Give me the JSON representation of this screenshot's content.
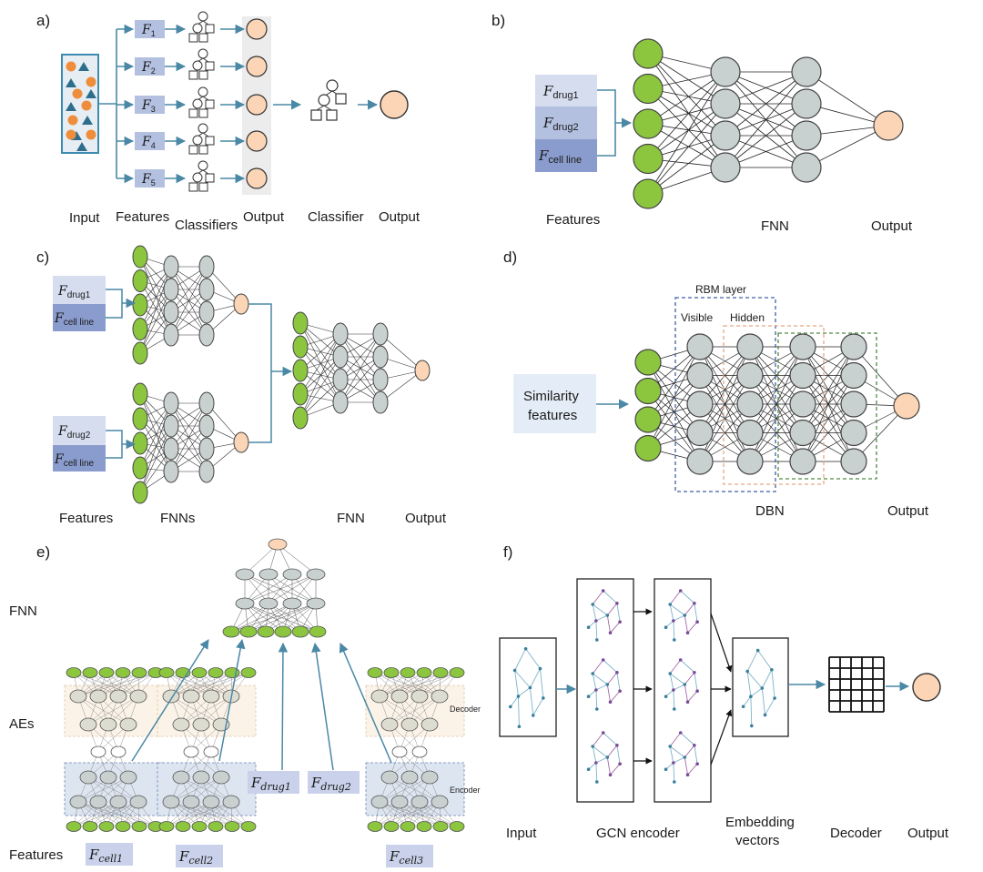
{
  "panels": {
    "a": {
      "label": "a)",
      "features": [
        "F1",
        "F2",
        "F3",
        "F4",
        "F5"
      ],
      "captions": [
        "Input",
        "Features",
        "Classifiers",
        "Output",
        "Classifier",
        "Output"
      ]
    },
    "b": {
      "label": "b)",
      "features": [
        "F_drug1",
        "F_drug2",
        "F_cell line"
      ],
      "captions": [
        "Features",
        "FNN",
        "Output"
      ]
    },
    "c": {
      "label": "c)",
      "group1": [
        "F_drug1",
        "F_cell line"
      ],
      "group2": [
        "F_drug2",
        "F_cell line"
      ],
      "captions": [
        "Features",
        "FNNs",
        "FNN",
        "Output"
      ]
    },
    "d": {
      "label": "d)",
      "input": [
        "Similarity",
        "features"
      ],
      "rbm_layer": "RBM layer",
      "visible": "Visible",
      "hidden": "Hidden",
      "captions": [
        "DBN",
        "Output"
      ]
    },
    "e": {
      "label": "e)",
      "row_labels": [
        "FNN",
        "AEs",
        "Features"
      ],
      "decoder": "Decoder",
      "encoder": "Encoder",
      "cells": [
        "F_cell1",
        "F_cell2",
        "F_cell3"
      ],
      "drugs": [
        "F_drug1",
        "F_drug2"
      ]
    },
    "f": {
      "label": "f)",
      "captions": [
        "Input",
        "GCN encoder",
        "Embedding",
        "vectors",
        "Decoder",
        "Output"
      ]
    }
  },
  "colors": {
    "green": "#8cc63f",
    "gray": "#c8d0d0",
    "peach": "#fbd5b5",
    "orange": "#ee8e3c",
    "teal": "#2e6e8c",
    "arrow": "#4a88a6",
    "feature_light": "#d5ddef",
    "feature_mid": "#b3c0e0",
    "feature_dark": "#8a9ccd"
  }
}
